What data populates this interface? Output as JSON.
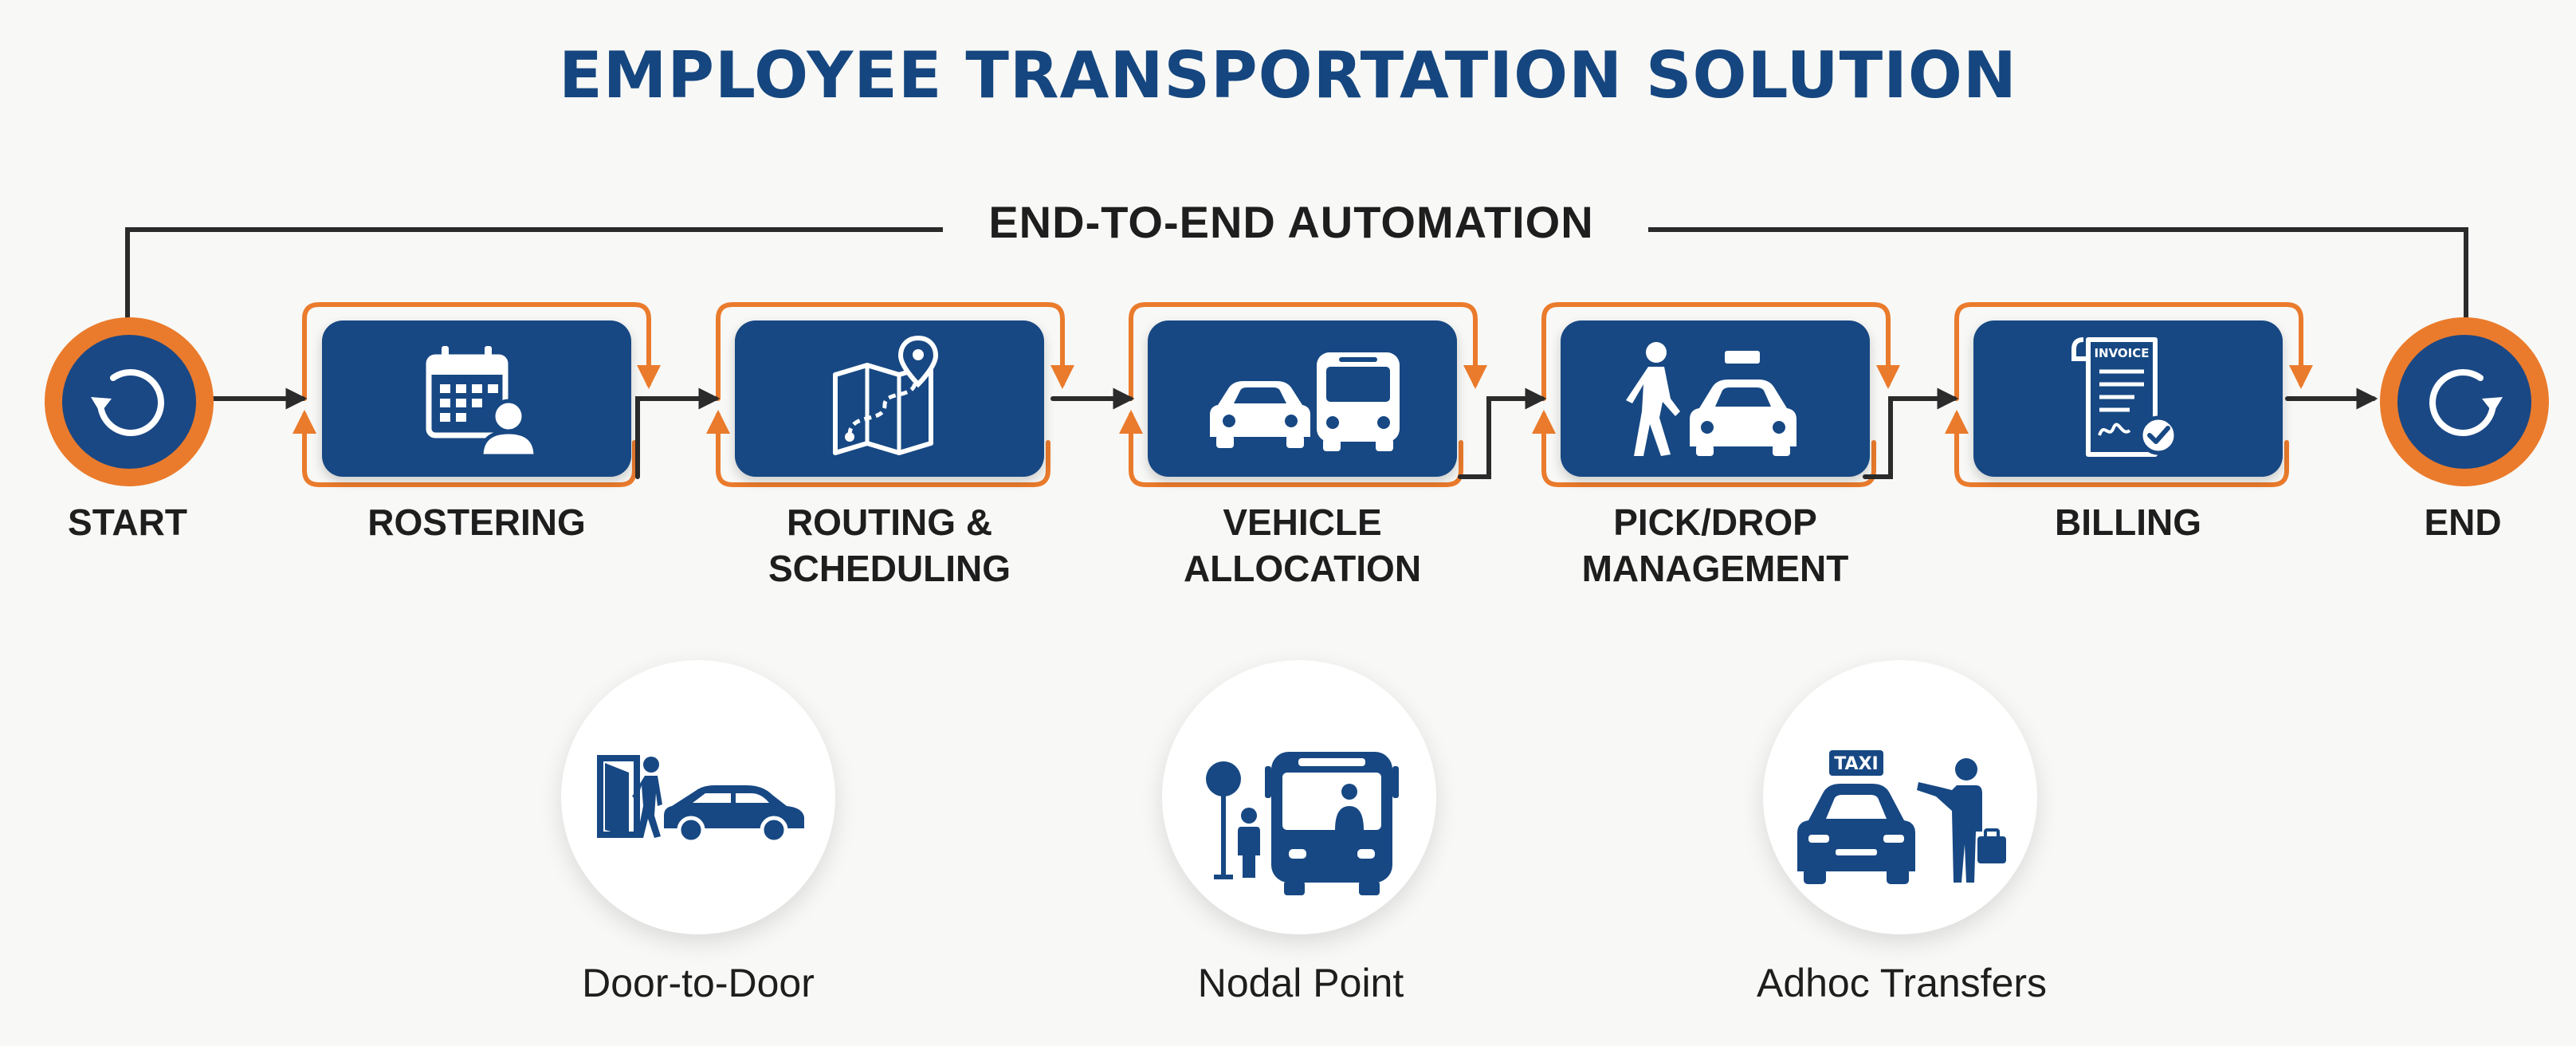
{
  "title": "EMPLOYEE TRANSPORTATION SOLUTION",
  "automation_label": "END-TO-END AUTOMATION",
  "colors": {
    "navy": "#174883",
    "orange": "#ea7b2c",
    "text": "#1e1e1e",
    "background": "#f8f8f6"
  },
  "start": {
    "label": "START",
    "icon": "cycle-icon"
  },
  "end": {
    "label": "END",
    "icon": "cycle-icon"
  },
  "steps": [
    {
      "label": "ROSTERING",
      "icon": "calendar-user-icon"
    },
    {
      "label": "ROUTING &\nSCHEDULING",
      "icon": "route-map-icon"
    },
    {
      "label": "VEHICLE\nALLOCATION",
      "icon": "car-bus-icon"
    },
    {
      "label": "PICK/DROP\nMANAGEMENT",
      "icon": "passenger-taxi-icon"
    },
    {
      "label": "BILLING",
      "icon": "invoice-icon"
    }
  ],
  "invoice_text": "INVOICE",
  "taxi_text": "TAXI",
  "services": [
    {
      "label": "Door-to-Door",
      "icon": "door-car-icon"
    },
    {
      "label": "Nodal Point",
      "icon": "bus-stop-icon"
    },
    {
      "label": "Adhoc Transfers",
      "icon": "taxi-hail-icon"
    }
  ]
}
